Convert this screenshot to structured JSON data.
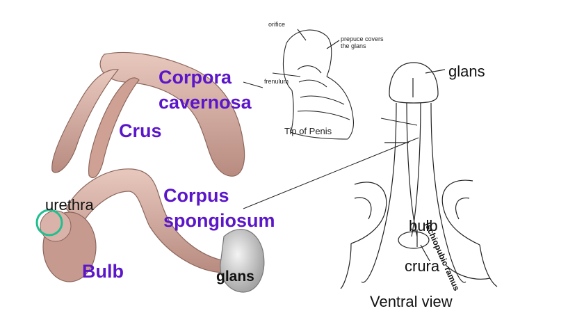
{
  "colors": {
    "accent_label": "#5b16c9",
    "highlight_circle": "#1fbf8f",
    "tissue": "#d8b1a6",
    "tissue_shadow": "#a27b70",
    "line_art": "#222222"
  },
  "labels": {
    "corpora_cavernosa_line1": "Corpora",
    "corpora_cavernosa_line2": "cavernosa",
    "crus": "Crus",
    "urethra": "urethra",
    "corpus_spongiosum_line1": "Corpus",
    "corpus_spongiosum_line2": "spongiosum",
    "bulb_main": "Bulb",
    "glans_main": "glans",
    "glans_ventral": "glans",
    "bulb_ventral": "bulb",
    "crura": "crura",
    "ischiopubic_ramus": "Ischiopubic ramus",
    "ventral_view": "Ventral view"
  },
  "inset": {
    "caption": "Tip of Penis",
    "orifice": "orifice",
    "prepuce_line1": "prepuce covers",
    "prepuce_line2": "the glans",
    "frenulum": "frenulum"
  }
}
